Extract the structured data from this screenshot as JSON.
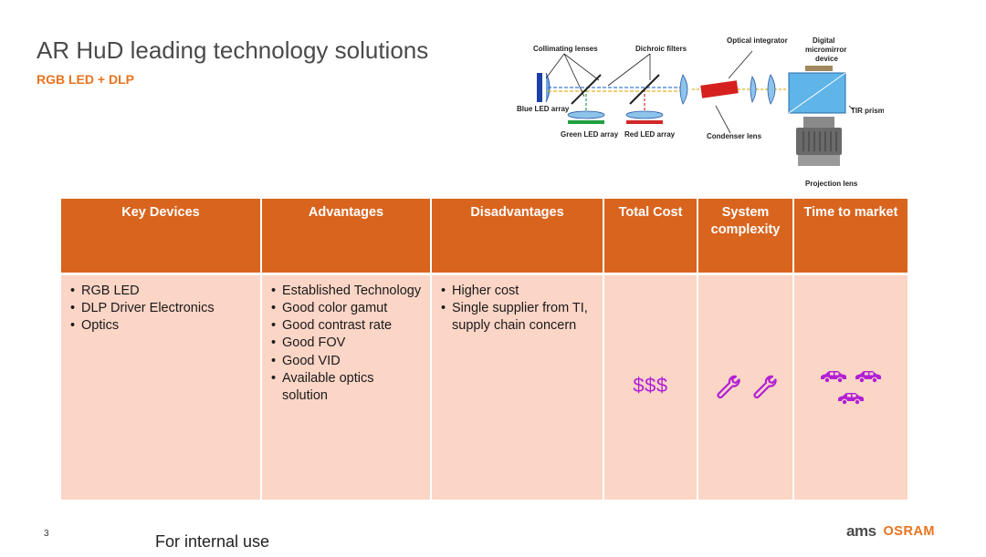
{
  "slide": {
    "title": "AR HuD leading technology solutions",
    "subtitle": "RGB LED + DLP",
    "page_number": "3",
    "footer_text": "For internal use",
    "logo_ams": "ams",
    "logo_osram": "OSRAM"
  },
  "diagram": {
    "labels": {
      "collimating": "Collimating lenses",
      "dichroic": "Dichroic filters",
      "integrator": "Optical integrator",
      "dmd_1": "Digital",
      "dmd_2": "micromirror",
      "dmd_3": "device",
      "blue": "Blue LED array",
      "green": "Green LED array",
      "red": "Red LED array",
      "condenser": "Condenser lens",
      "tir": "TIR prism",
      "projection": "Projection lens"
    }
  },
  "table": {
    "headers": [
      "Key Devices",
      "Advantages",
      "Disadvantages",
      "Total Cost",
      "System complexity",
      "Time to market"
    ],
    "key_devices": [
      "RGB LED",
      "DLP Driver Electronics",
      "Optics"
    ],
    "advantages": [
      "Established Technology",
      "Good color gamut",
      "Good contrast rate",
      "Good FOV",
      "Good VID",
      "Available optics solution"
    ],
    "disadvantages": [
      "Higher cost",
      "Single supplier from TI, supply chain concern"
    ],
    "total_cost": "$$$",
    "system_complexity_icon": "wrench-icon",
    "system_complexity_count": 2,
    "time_to_market_icon": "car-icon",
    "time_to_market_count": 3
  },
  "colors": {
    "accent": "#e8731e",
    "header_bg": "#d9641e",
    "cell_bg": "#fbd5c6",
    "rating_icon": "#b21fd6"
  }
}
